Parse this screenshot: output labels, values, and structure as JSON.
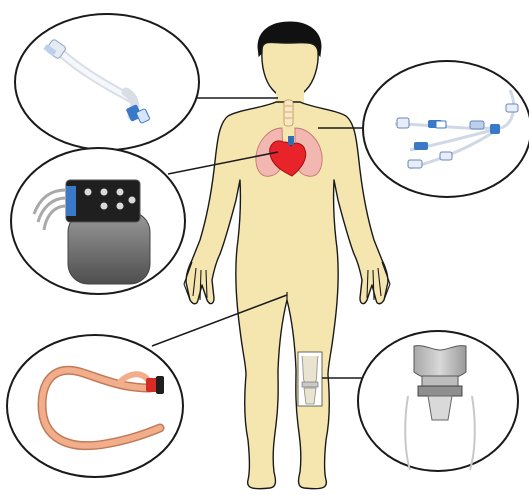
{
  "figure": {
    "subject": "human-body-silhouette",
    "callouts": [
      {
        "name": "tracheostomy-tube",
        "points_to": "neck"
      },
      {
        "name": "central-venous-catheter",
        "points_to": "upper-chest"
      },
      {
        "name": "pacemaker",
        "points_to": "heart"
      },
      {
        "name": "urinary-catheter",
        "points_to": "pelvis"
      },
      {
        "name": "knee-prosthesis",
        "points_to": "knee"
      }
    ]
  },
  "colors": {
    "skin": "#f5e6b0",
    "outline": "#1a1a1a",
    "hair": "#111111",
    "heart": "#e8232a",
    "lungs": "#f3b7b1",
    "catheter": "#f2ad8a",
    "catheter_tip": "#d62c26",
    "blue_connector": "#3a78c8",
    "pacemaker_case": "#6f6f6f",
    "metal": "#8d8d8d"
  }
}
